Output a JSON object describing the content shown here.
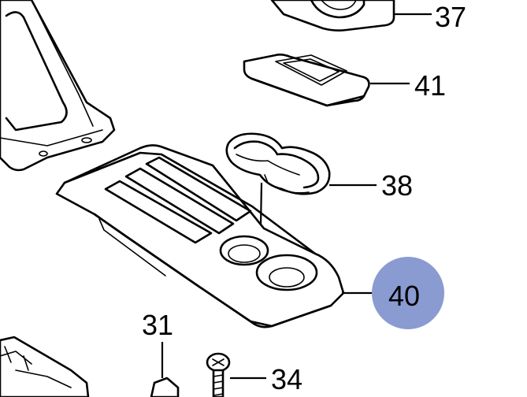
{
  "colors": {
    "line": "#000000",
    "part_fill": "#ffffff",
    "shade": "#d9d9d9",
    "highlight_marker": "#8a9bd1"
  },
  "callouts": [
    {
      "id": "37",
      "label": "37"
    },
    {
      "id": "38",
      "label": "38"
    },
    {
      "id": "41",
      "label": "41"
    },
    {
      "id": "40",
      "label": "40",
      "highlighted": true
    },
    {
      "id": "31",
      "label": "31"
    },
    {
      "id": "34",
      "label": "34"
    }
  ]
}
